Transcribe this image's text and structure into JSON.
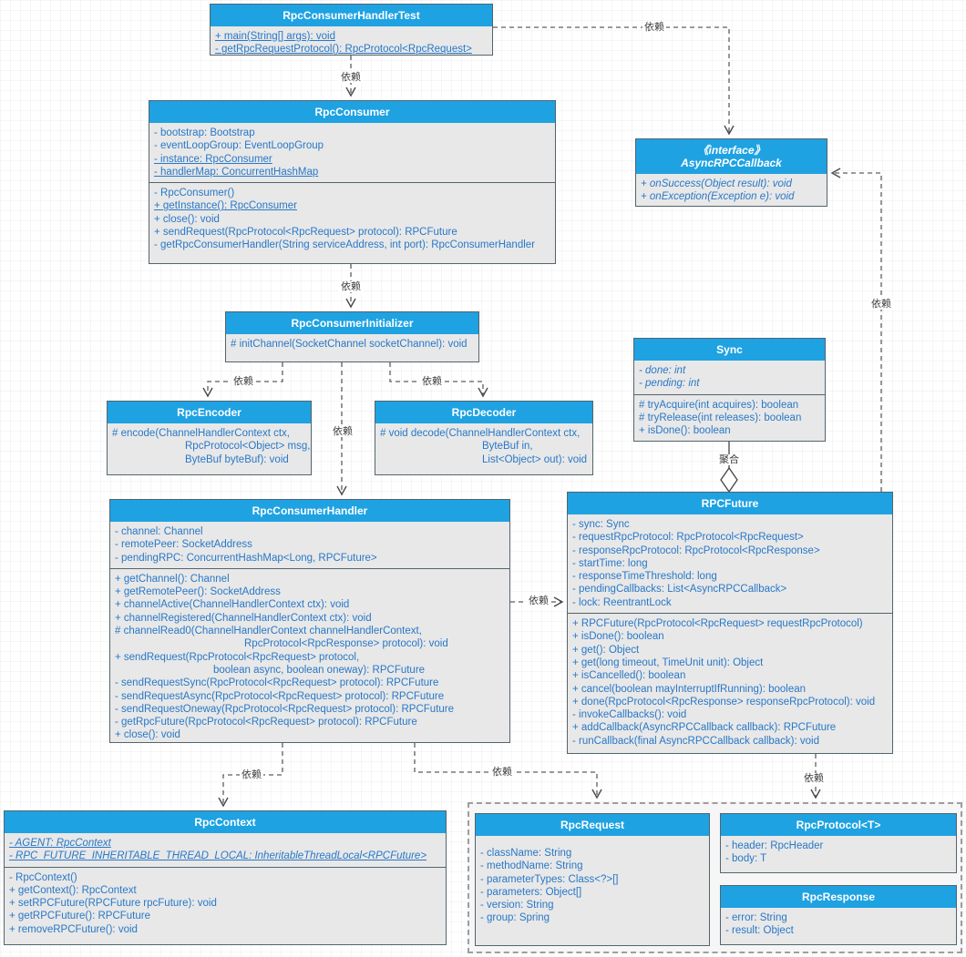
{
  "edge_labels": {
    "test_to_consumer": "依赖",
    "test_to_callback": "依赖",
    "consumer_to_initializer": "依赖",
    "initializer_to_encoder": "依赖",
    "initializer_to_decoder": "依赖",
    "initializer_to_handler": "依赖",
    "sync_to_future": "聚合",
    "handler_to_future": "依赖",
    "handler_to_context": "依赖",
    "handler_to_group": "依赖",
    "future_to_group": "依赖",
    "future_to_callback": "依赖"
  },
  "classes": {
    "test": {
      "title": "RpcConsumerHandlerTest",
      "methods": [
        {
          "t": "+ main(String[] args): void",
          "u": 1
        },
        {
          "t": "- getRpcRequestProtocol(): RpcProtocol<RpcRequest>",
          "u": 1
        }
      ]
    },
    "consumer": {
      "title": "RpcConsumer",
      "attributes": [
        "- bootstrap: Bootstrap",
        "- eventLoopGroup: EventLoopGroup",
        {
          "t": "- instance: RpcConsumer",
          "u": 1
        },
        {
          "t": "- handlerMap: ConcurrentHashMap",
          "u": 1
        }
      ],
      "methods": [
        "- RpcConsumer()",
        {
          "t": "+ getInstance(): RpcConsumer",
          "u": 1
        },
        "+ close(): void",
        "+ sendRequest(RpcProtocol<RpcRequest> protocol): RPCFuture",
        "- getRpcConsumerHandler(String serviceAddress, int port): RpcConsumerHandler"
      ]
    },
    "callback": {
      "stereotype": "《interface》",
      "title": "AsyncRPCCallback",
      "methods": [
        {
          "t": "+ onSuccess(Object result): void",
          "i": 1
        },
        {
          "t": "+ onException(Exception e): void",
          "i": 1
        }
      ]
    },
    "initializer": {
      "title": "RpcConsumerInitializer",
      "methods": [
        "# initChannel(SocketChannel socketChannel): void"
      ]
    },
    "sync": {
      "title": "Sync",
      "attributes": [
        {
          "t": "- done: int",
          "i": 1
        },
        {
          "t": "- pending: int",
          "i": 1
        }
      ],
      "methods": [
        "# tryAcquire(int acquires): boolean",
        "# tryRelease(int releases): boolean",
        "+ isDone(): boolean"
      ]
    },
    "encoder": {
      "title": "RpcEncoder",
      "methods": [
        "# encode(ChannelHandlerContext ctx,",
        {
          "t": "RpcProtocol<Object> msg,",
          "ind": "a"
        },
        {
          "t": "ByteBuf byteBuf): void",
          "ind": "a"
        }
      ]
    },
    "decoder": {
      "title": "RpcDecoder",
      "methods": [
        "# void decode(ChannelHandlerContext ctx,",
        {
          "t": "ByteBuf in,",
          "ind": "b"
        },
        {
          "t": "List<Object> out): void",
          "ind": "b"
        }
      ]
    },
    "handler": {
      "title": "RpcConsumerHandler",
      "attributes": [
        "- channel: Channel",
        "- remotePeer: SocketAddress",
        "- pendingRPC: ConcurrentHashMap<Long, RPCFuture>"
      ],
      "methods": [
        "+ getChannel(): Channel",
        "+ getRemotePeer(): SocketAddress",
        "+ channelActive(ChannelHandlerContext ctx): void",
        "+ channelRegistered(ChannelHandlerContext ctx): void",
        "# channelRead0(ChannelHandlerContext channelHandlerContext,",
        {
          "t": "RpcProtocol<RpcResponse> protocol): void",
          "ind": "c"
        },
        "+ sendRequest(RpcProtocol<RpcRequest> protocol,",
        {
          "t": "boolean async, boolean oneway): RPCFuture",
          "ind": "d"
        },
        "- sendRequestSync(RpcProtocol<RpcRequest> protocol): RPCFuture",
        "- sendRequestAsync(RpcProtocol<RpcRequest> protocol): RPCFuture",
        "- sendRequestOneway(RpcProtocol<RpcRequest> protocol): RPCFuture",
        "- getRpcFuture(RpcProtocol<RpcRequest> protocol): RPCFuture",
        "+ close(): void"
      ]
    },
    "future": {
      "title": "RPCFuture",
      "attributes": [
        "- sync: Sync",
        "- requestRpcProtocol: RpcProtocol<RpcRequest>",
        "- responseRpcProtocol: RpcProtocol<RpcResponse>",
        "- startTime: long",
        "- responseTimeThreshold: long",
        "- pendingCallbacks: List<AsyncRPCCallback>",
        "- lock: ReentrantLock"
      ],
      "methods": [
        "+ RPCFuture(RpcProtocol<RpcRequest> requestRpcProtocol)",
        "+ isDone(): boolean",
        "+ get(): Object",
        "+ get(long timeout, TimeUnit unit): Object",
        "+ isCancelled(): boolean",
        "+ cancel(boolean mayInterruptIfRunning): boolean",
        "+ done(RpcProtocol<RpcResponse> responseRpcProtocol): void",
        "- invokeCallbacks(): void",
        "+ addCallback(AsyncRPCCallback callback): RPCFuture",
        "- runCallback(final AsyncRPCCallback callback): void"
      ]
    },
    "context": {
      "title": "RpcContext",
      "attributes": [
        {
          "t": "- AGENT: RpcContext",
          "u": 1,
          "i": 1
        },
        {
          "t": "- RPC_FUTURE_INHERITABLE_THREAD_LOCAL: InheritableThreadLocal<RPCFuture>",
          "u": 1,
          "i": 1
        }
      ],
      "methods": [
        "- RpcContext()",
        "+ getContext(): RpcContext",
        "+ setRPCFuture(RPCFuture rpcFuture): void",
        "+ getRPCFuture(): RPCFuture",
        "+ removeRPCFuture(): void"
      ]
    },
    "request": {
      "title": "RpcRequest",
      "attributes": [
        "- className: String",
        "- methodName: String",
        "- parameterTypes: Class<?>[]",
        "- parameters: Object[]",
        "- version: String",
        "- group: Spring"
      ]
    },
    "protocol": {
      "title": "RpcProtocol<T>",
      "attributes": [
        "- header: RpcHeader",
        "- body: T"
      ]
    },
    "response": {
      "title": "RpcResponse",
      "attributes": [
        "- error: String",
        "- result: Object"
      ]
    }
  }
}
